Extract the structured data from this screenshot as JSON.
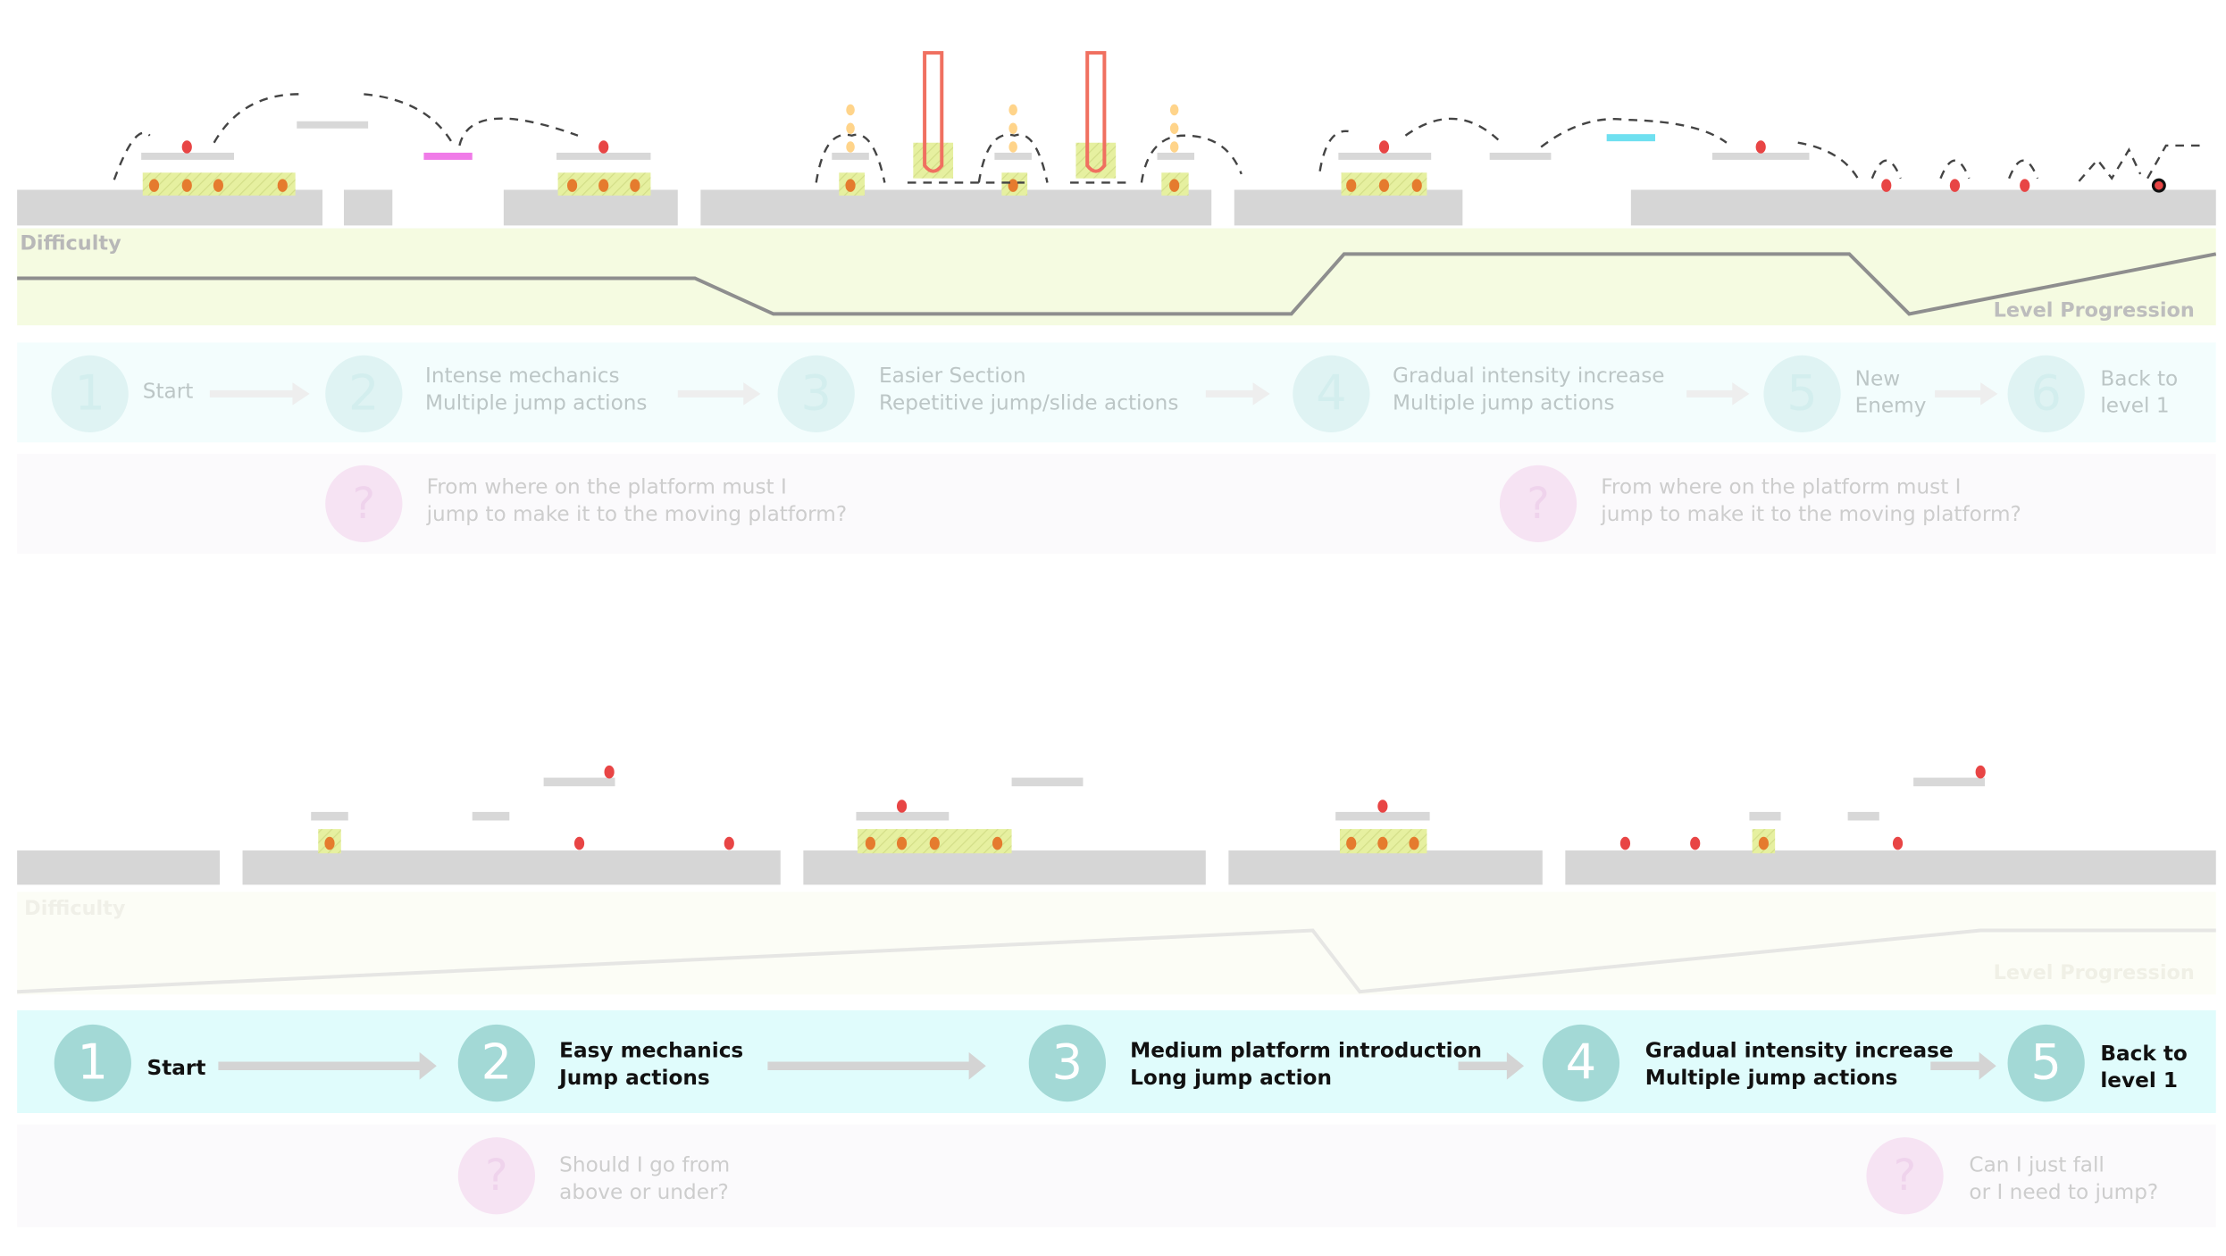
{
  "colors": {
    "ground": "#d6d6d6",
    "hazard_zone": "#e6f0a0",
    "collectible": "#e57b2e",
    "enemy": "#e84545",
    "pillar": "#f07060",
    "coin": "#ffd48a",
    "moving_platform_magenta": "#f07be8",
    "moving_platform_cyan": "#6fe0f0",
    "difficulty_band": "#f5fbe1",
    "step_band": "#e0fcfc",
    "question_band": "#faf8fc",
    "step_circle": "#a3d9d6"
  },
  "top": {
    "difficulty_label": "Difficulty",
    "progression_label": "Level Progression",
    "steps": [
      {
        "number": "1",
        "line1": "Start",
        "line2": ""
      },
      {
        "number": "2",
        "line1": "Intense mechanics",
        "line2": "Multiple jump actions"
      },
      {
        "number": "3",
        "line1": "Easier Section",
        "line2": "Repetitive jump/slide actions"
      },
      {
        "number": "4",
        "line1": "Gradual intensity increase",
        "line2": "Multiple jump actions"
      },
      {
        "number": "5",
        "line1": "New",
        "line2": "Enemy"
      },
      {
        "number": "6",
        "line1": "Back to",
        "line2": "level 1"
      }
    ],
    "questions": [
      {
        "icon": "?",
        "line1": "From where on the platform must I",
        "line2": "jump to make it to the moving platform?"
      },
      {
        "icon": "?",
        "line1": "From where on the platform must I",
        "line2": "jump to make it to the moving platform?"
      }
    ]
  },
  "bottom": {
    "difficulty_label": "Difficulty",
    "progression_label": "Level Progression",
    "steps": [
      {
        "number": "1",
        "line1": "Start",
        "line2": ""
      },
      {
        "number": "2",
        "line1": "Easy mechanics",
        "line2": "Jump actions"
      },
      {
        "number": "3",
        "line1": "Medium platform introduction",
        "line2": "Long jump action"
      },
      {
        "number": "4",
        "line1": "Gradual intensity increase",
        "line2": "Multiple jump actions"
      },
      {
        "number": "5",
        "line1": "Back to",
        "line2": "level 1"
      }
    ],
    "questions": [
      {
        "icon": "?",
        "line1": "Should I go from",
        "line2": "above or under?"
      },
      {
        "icon": "?",
        "line1": "Can I just fall",
        "line2": "or I need to jump?"
      }
    ]
  }
}
